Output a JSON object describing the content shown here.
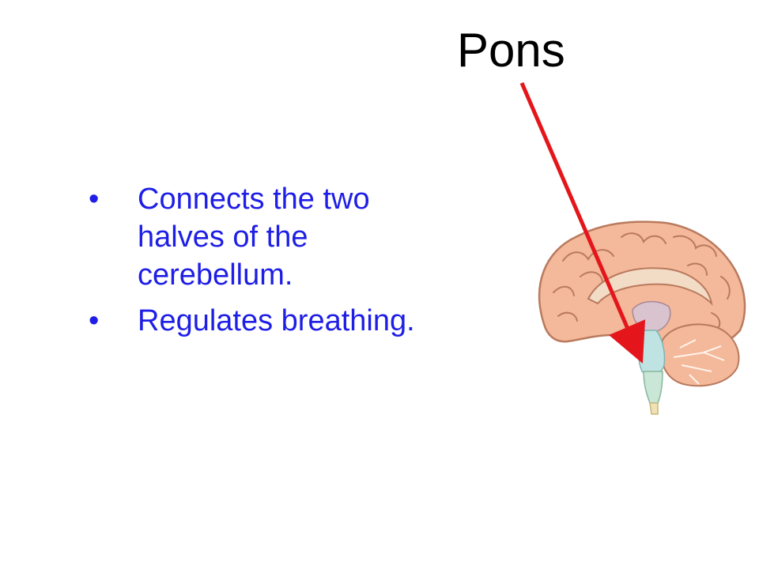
{
  "slide": {
    "title": "Pons",
    "bullets": [
      "Connects the two halves of the cerebellum.",
      "Regulates breathing."
    ],
    "bullet_symbol": "•"
  },
  "diagram": {
    "subject": "sagittal section of the human brain",
    "pointer_target": "pons",
    "pointer_color": "#e4161b",
    "text_color": "#1e1ee6"
  }
}
